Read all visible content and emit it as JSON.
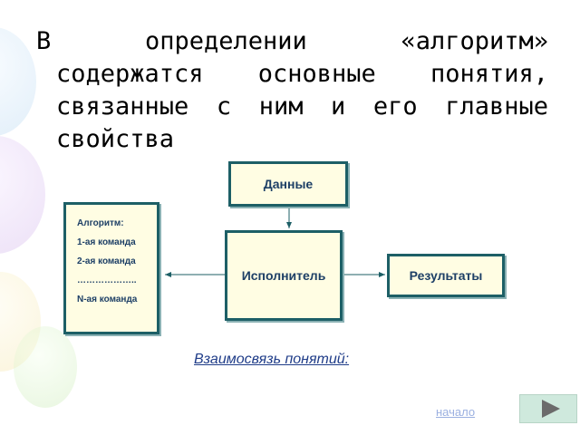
{
  "title_lines": [
    "В определении «алгоритм»",
    "содержатся основные понятия,",
    "связанные с ним и его главные",
    "свойства"
  ],
  "diagram": {
    "data_label": "Данные",
    "executor_label": "Исполнитель",
    "results_label": "Результаты",
    "algorithm_lines": [
      "Алгоритм:",
      "1-ая команда",
      "2-ая команда",
      "………………..",
      "N-ая команда"
    ]
  },
  "caption": "Взаимосвязь понятий:",
  "nav": {
    "link_label": "начало",
    "next_icon": "play-triangle-icon"
  },
  "colors": {
    "box_border": "#1d5f66",
    "box_fill": "#fffde3",
    "box_text": "#1d3f66",
    "caption": "#1f3c88",
    "nav_link": "#9bb0e0",
    "nav_button": "#cfe9dd",
    "nav_triangle": "#6b6b6b"
  }
}
